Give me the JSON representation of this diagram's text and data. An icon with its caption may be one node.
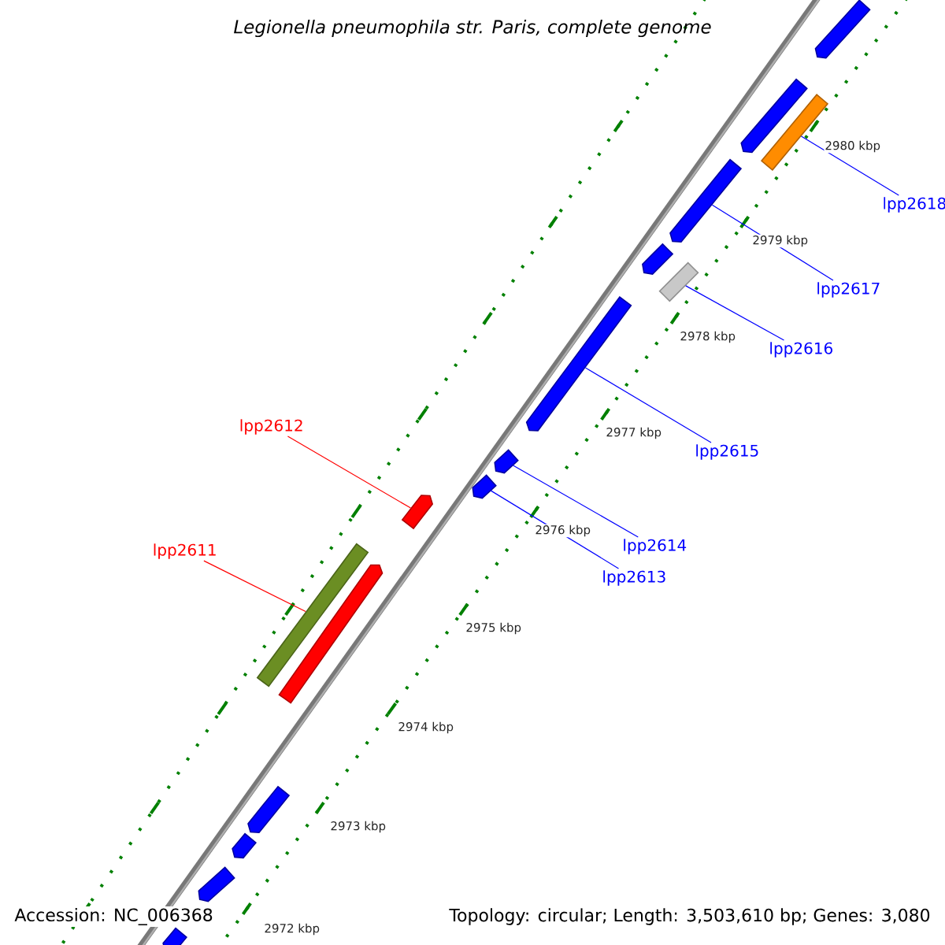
{
  "diagram": {
    "title": "Legionella pneumophila str. Paris, complete genome",
    "nodes": [
      {
        "text": [],
        "shape": "bar"
      },
      {
        "text": [],
        "shape": "bar"
      },
      {
        "text": [],
        "shape": "bar"
      },
      {
        "text": [],
        "shape": "bar"
      },
      {
        "text": [],
        "shape": "bar"
      },
      {
        "text": [],
        "shape": "bar"
      },
      {
        "text": [],
        "shape": "bar"
      },
      {
        "text": [],
        "shape": "bar"
      },
      {
        "text": [],
        "shape": "bar"
      },
      {
        "text": [],
        "shape": "bar"
      },
      {
        "text": [],
        "shape": "bar"
      },
      {
        "text": [],
        "shape": "bar"
      },
      {
        "text": [],
        "shape": "bar"
      },
      {
        "text": [],
        "shape": "bar"
      },
      {
        "text": [],
        "shape": "bar"
      },
      {
        "text": [],
        "shape": "bar"
      },
      {
        "text": [
          "lpp2618"
        ]
      },
      {
        "text": [
          "lpp2617"
        ]
      },
      {
        "text": [
          "lpp2616"
        ]
      },
      {
        "text": [
          "lpp2612"
        ]
      },
      {
        "text": [
          "lpp2615"
        ]
      },
      {
        "text": [
          "lpp2614"
        ]
      },
      {
        "text": [
          "lpp2611"
        ]
      },
      {
        "text": [
          "lpp2613"
        ]
      }
    ],
    "edges": [
      {
        "from": 16,
        "to": 2,
        "arrow": "none"
      },
      {
        "from": 17,
        "to": 3,
        "arrow": "none"
      },
      {
        "from": 18,
        "to": 5,
        "arrow": "none"
      },
      {
        "from": 19,
        "to": 9,
        "arrow": "none",
        "color": "#ff0000"
      },
      {
        "from": 20,
        "to": 6,
        "arrow": "none"
      },
      {
        "from": 21,
        "to": 7,
        "arrow": "none"
      },
      {
        "from": 22,
        "to": 10,
        "arrow": "none",
        "color": "#ff0000"
      },
      {
        "from": 23,
        "to": 8,
        "arrow": "none"
      }
    ],
    "labels": [
      "2980 kbp",
      "2979 kbp",
      "2978 kbp",
      "2977 kbp",
      "2976 kbp",
      "2975 kbp",
      "2974 kbp",
      "2973 kbp",
      "2972 kbp",
      "Accession: NC_006368",
      "Topology: circular; Length: 3,503,610 bp; Genes: 3,080"
    ]
  }
}
